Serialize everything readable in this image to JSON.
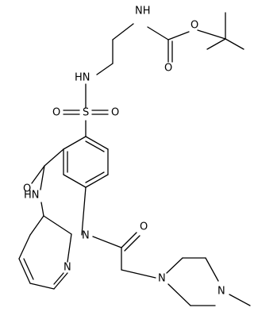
{
  "molecule": {
    "atom_labels": {
      "nh_carbamate": "NH",
      "o_ester": "O",
      "o_carbonyl_top": "O",
      "nh_sulfonamide": "HN",
      "s": "S",
      "o_sulfonyl_left": "O",
      "o_sulfonyl_right": "O",
      "o_ketone": "O",
      "nh_lactam": "HN",
      "n_diazepine": "N",
      "o_acyl": "O",
      "n_pyridine": "N",
      "n_piperazine_1": "N",
      "n_piperazine_4": "N"
    }
  }
}
